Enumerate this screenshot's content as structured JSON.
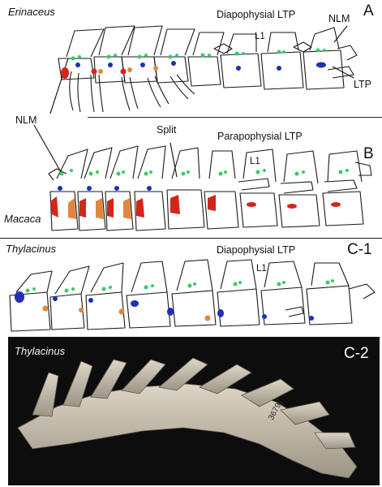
{
  "colors": {
    "background": "#ffffff",
    "outline": "#1a1a1a",
    "nlm_marker": "#3cc96a",
    "ltp_blue": "#1f2fb8",
    "ltp_red": "#d2261b",
    "ltp_orange": "#e0873f",
    "photo_background": "#0d0d0d",
    "bone": "#cfc8b8"
  },
  "panel_a": {
    "taxon": "Erinaceus",
    "letter": "A",
    "subtitle": "Diapophysial LTP",
    "l1_label": "L1",
    "nlm_label": "NLM",
    "ltp_label": "LTP"
  },
  "panel_b": {
    "taxon": "Macaca",
    "letter": "B",
    "subtitle": "Parapophysial LTP",
    "l1_label": "L1",
    "nlm_label": "NLM",
    "split_label": "Split"
  },
  "panel_c1": {
    "taxon": "Thylacinus",
    "letter": "C-1",
    "subtitle": "Diapophysial LTP",
    "l1_label": "L1"
  },
  "panel_c2": {
    "taxon": "Thylacinus",
    "letter": "C-2",
    "specimen_label": "36797"
  }
}
